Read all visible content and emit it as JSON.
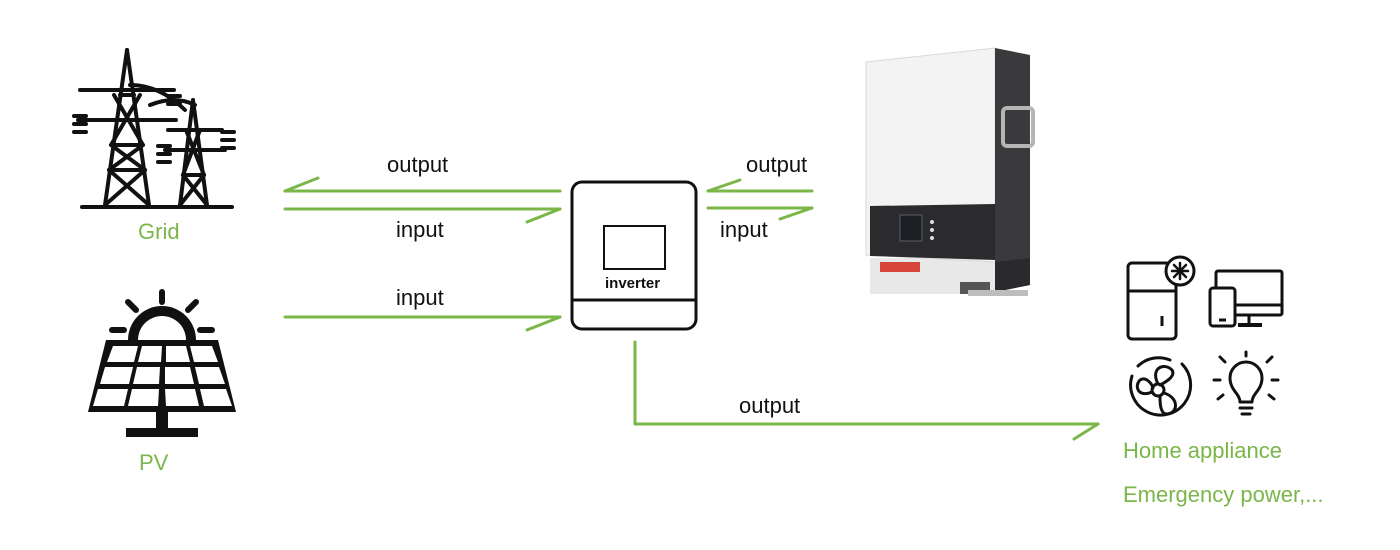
{
  "colors": {
    "accent_green": "#7ab648",
    "ink": "#111111",
    "battery_body": "#f2f2f2",
    "battery_side": "#3a3a3c"
  },
  "nodes": {
    "grid": {
      "label": "Grid",
      "icon": "power-tower-icon"
    },
    "pv": {
      "label": "PV",
      "icon": "solar-panel-icon"
    },
    "inverter": {
      "label": "inverter",
      "icon": "inverter-icon"
    },
    "battery": {
      "icon": "battery-cabinet-icon"
    },
    "home": {
      "label": "Home appliance",
      "sublabel": "Emergency power,...",
      "icons": [
        "refrigerator-icon",
        "devices-icon",
        "fan-icon",
        "light-bulb-icon"
      ]
    }
  },
  "edges": {
    "inverter_to_grid": "output",
    "grid_to_inverter": "input",
    "pv_to_inverter": "input",
    "battery_to_inverter": "output",
    "inverter_to_battery": "input",
    "inverter_to_home": "output"
  }
}
